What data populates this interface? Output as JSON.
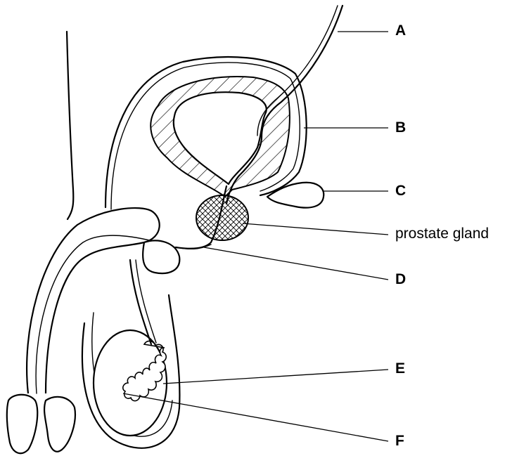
{
  "labels": {
    "a": "A",
    "b": "B",
    "c": "C",
    "prostate": "prostate gland",
    "d": "D",
    "e": "E",
    "f": "F"
  },
  "colors": {
    "ink": "#000000",
    "background": "#ffffff"
  }
}
